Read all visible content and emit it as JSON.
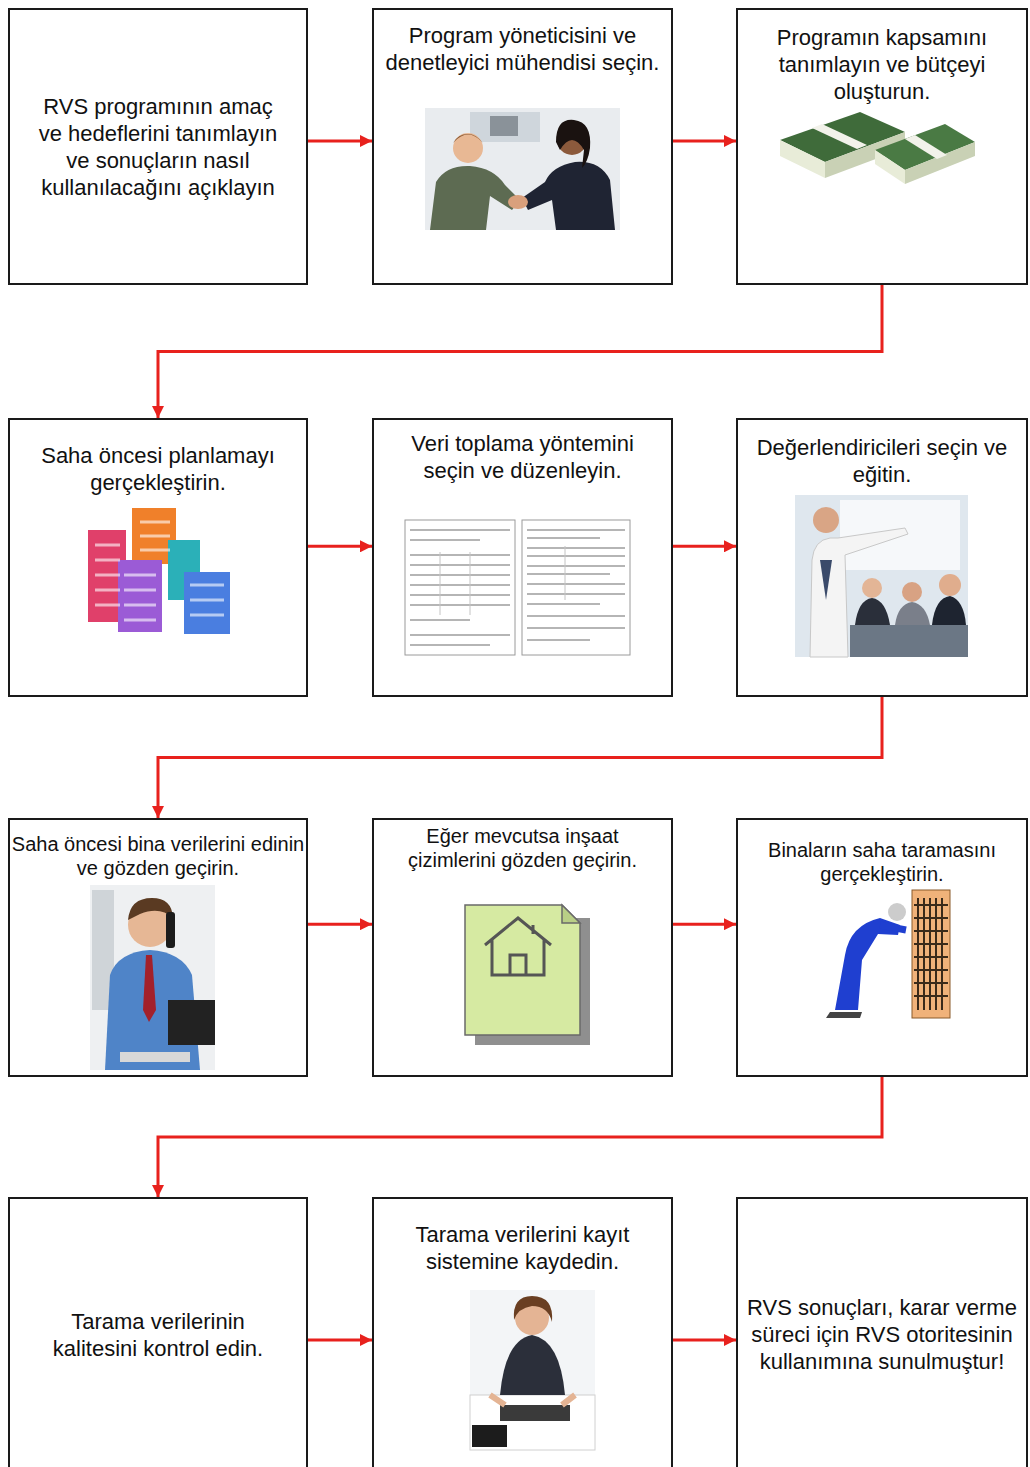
{
  "diagram": {
    "nodes": [
      {
        "text": [
          "RVS programının amaç ve hedeflerini tanımlayın ve sonuçların nasıl kullanılacağını açıklayın"
        ]
      },
      {
        "text": [
          "Program yöneticisini ve denetleyici mühendisi seçin."
        ]
      },
      {
        "text": [
          "Programın kapsamını tanımlayın ve bütçeyi oluşturun."
        ]
      },
      {
        "text": [
          "Saha öncesi planlamayı gerçekleştirin."
        ]
      },
      {
        "text": [
          "Veri toplama yöntemini seçin ve düzenleyin."
        ]
      },
      {
        "text": [
          "Değerlendiricileri seçin ve eğitin."
        ]
      },
      {
        "text": [
          "Saha öncesi bina verilerini edinin ve gözden geçirin."
        ]
      },
      {
        "text": [
          "Eğer mevcutsa inşaat çizimlerini gözden geçirin."
        ]
      },
      {
        "text": [
          "Binaların saha taramasını gerçekleştirin."
        ]
      },
      {
        "text": [
          "Tarama verilerinin kalitesini kontrol edin."
        ]
      },
      {
        "text": [
          "Tarama verilerini kayıt sistemine kaydedin."
        ]
      },
      {
        "text": [
          "RVS sonuçları, karar verme süreci için RVS otoritesinin kullanımına sunulmuştur!"
        ]
      }
    ],
    "edges": [
      {
        "from": 0,
        "to": 1,
        "arrow": "to"
      },
      {
        "from": 1,
        "to": 2,
        "arrow": "to"
      },
      {
        "from": 2,
        "to": 3,
        "arrow": "to"
      },
      {
        "from": 3,
        "to": 4,
        "arrow": "to"
      },
      {
        "from": 4,
        "to": 5,
        "arrow": "to"
      },
      {
        "from": 5,
        "to": 6,
        "arrow": "to"
      },
      {
        "from": 6,
        "to": 7,
        "arrow": "to"
      },
      {
        "from": 7,
        "to": 8,
        "arrow": "to"
      },
      {
        "from": 8,
        "to": 9,
        "arrow": "to"
      },
      {
        "from": 9,
        "to": 10,
        "arrow": "to"
      },
      {
        "from": 10,
        "to": 11,
        "arrow": "to"
      }
    ]
  }
}
